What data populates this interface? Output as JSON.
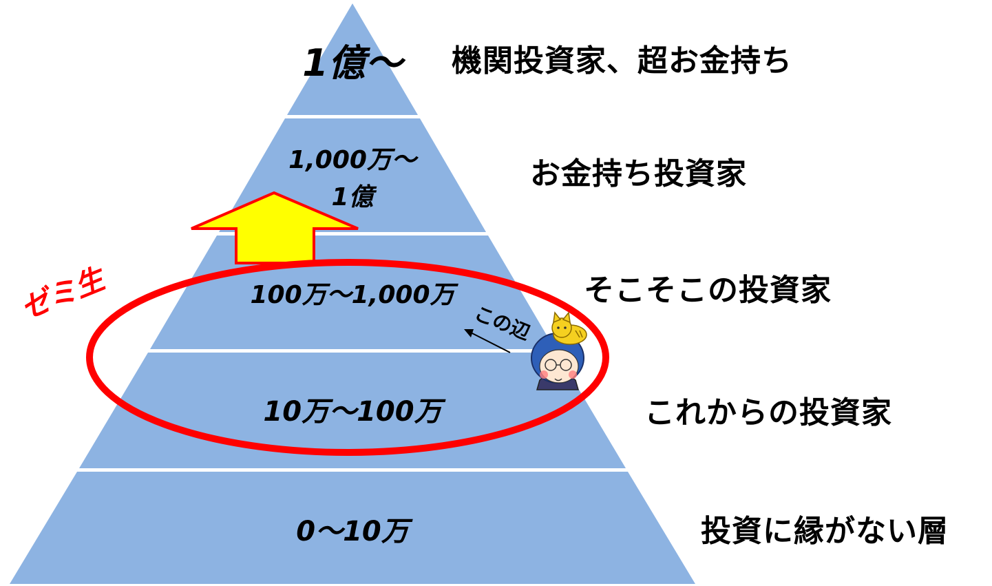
{
  "colors": {
    "pyramid_fill": "#8db3e2",
    "tier_divider": "#ffffff",
    "highlight_ellipse": "#ff0000",
    "arrow_fill": "#ffff00",
    "arrow_stroke": "#ff0000",
    "seminar_label": "#ff0000"
  },
  "tiers": [
    {
      "range": "1億〜",
      "description": "機関投資家、超お金持ち"
    },
    {
      "range_line1": "1,000万〜",
      "range_line2": "1億",
      "description": "お金持ち投資家"
    },
    {
      "range": "100万〜1,000万",
      "description": "そこそこの投資家"
    },
    {
      "range": "10万〜100万",
      "description": "これからの投資家"
    },
    {
      "range": "0〜10万",
      "description": "投資に縁がない層"
    }
  ],
  "seminar_label": "ゼミ生",
  "callout_label": "この辺",
  "icons": {
    "arrow": "up-arrow-icon",
    "mascot": "character-with-cat-icon"
  }
}
